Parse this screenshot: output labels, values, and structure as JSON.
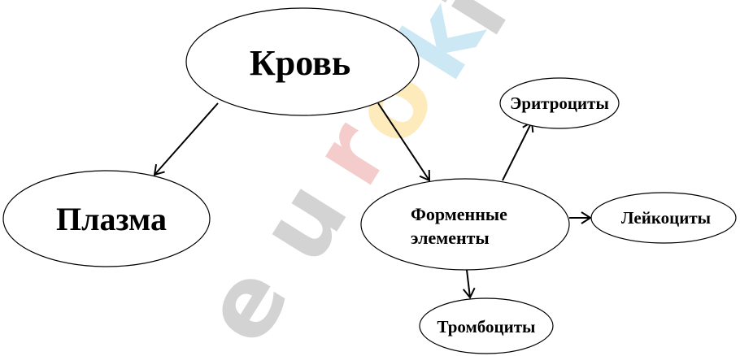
{
  "diagram": {
    "nodes": {
      "blood": {
        "label": "Кровь"
      },
      "plasma": {
        "label": "Плазма"
      },
      "formed_elements": {
        "label_line1": "Форменные",
        "label_line2": "элементы"
      },
      "erythrocytes": {
        "label": "Эритроциты"
      },
      "leukocytes": {
        "label": "Лейкоциты"
      },
      "thrombocytes": {
        "label": "Тромбоциты"
      }
    },
    "edges": [
      {
        "from": "blood",
        "to": "plasma"
      },
      {
        "from": "blood",
        "to": "formed_elements"
      },
      {
        "from": "formed_elements",
        "to": "erythrocytes"
      },
      {
        "from": "formed_elements",
        "to": "leukocytes"
      },
      {
        "from": "formed_elements",
        "to": "thrombocytes"
      }
    ]
  },
  "watermark": {
    "letters": [
      "e",
      "u",
      "r",
      "o",
      "k",
      "i"
    ],
    "colors": [
      "#cccccc",
      "#cccccc",
      "#f4b8b8",
      "#fde4a8",
      "#b8e0f4",
      "#cccccc"
    ]
  }
}
